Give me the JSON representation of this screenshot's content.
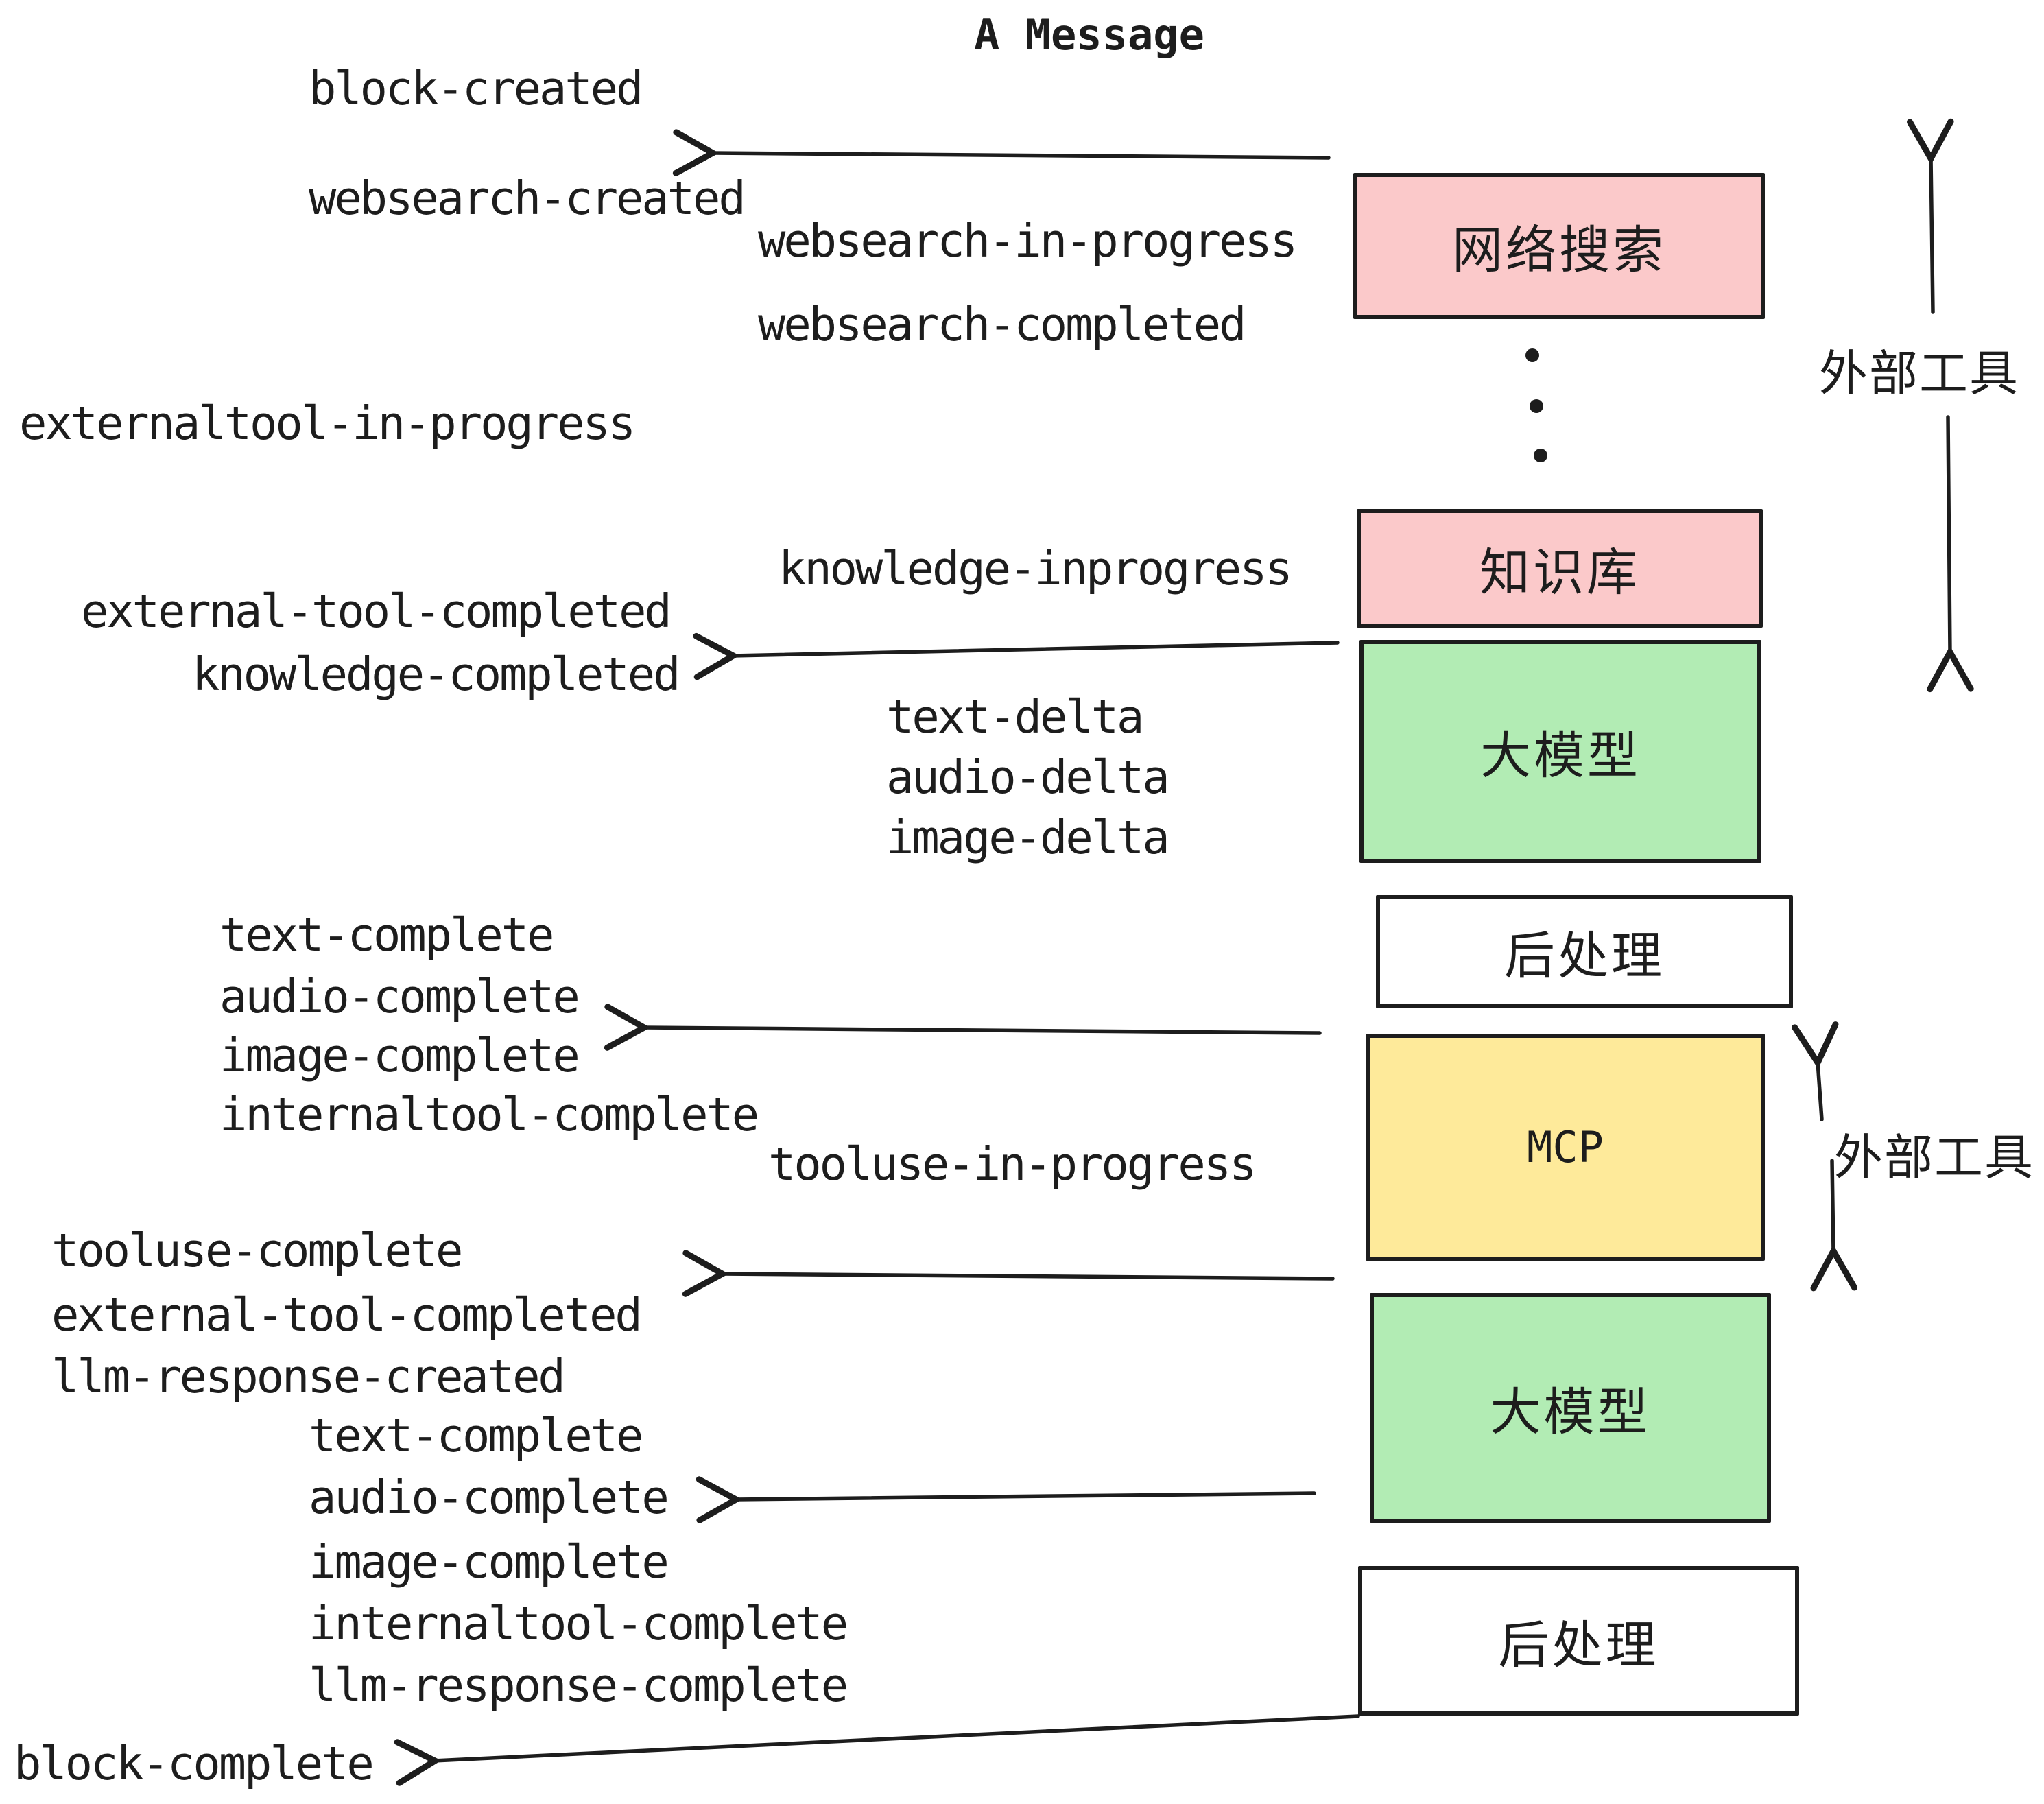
{
  "title": "A Message",
  "colors": {
    "pink": "#fbc9ca",
    "green": "#b2ecb4",
    "yellow": "#feea9a",
    "white": "#ffffff",
    "ink": "#1d1d1d"
  },
  "boxes": [
    {
      "label": "网络搜索",
      "color": "pink"
    },
    {
      "label": "知识库",
      "color": "pink"
    },
    {
      "label": "大模型",
      "color": "green"
    },
    {
      "label": "后处理",
      "color": "white"
    },
    {
      "label": "MCP",
      "color": "yellow"
    },
    {
      "label": "大模型",
      "color": "green"
    },
    {
      "label": "后处理",
      "color": "white"
    }
  ],
  "side_labels": [
    "外部工具",
    "外部工具"
  ],
  "events": [
    "block-created",
    "websearch-created",
    "websearch-in-progress",
    "websearch-completed",
    "externaltool-in-progress",
    "knowledge-inprogress",
    "external-tool-completed",
    "knowledge-completed",
    "text-delta",
    "audio-delta",
    "image-delta",
    "text-complete",
    "audio-complete",
    "image-complete",
    "internaltool-complete",
    "tooluse-in-progress",
    "tooluse-complete",
    "external-tool-completed",
    "llm-response-created",
    "text-complete",
    "audio-complete",
    "image-complete",
    "internaltool-complete",
    "llm-response-complete",
    "block-complete"
  ]
}
